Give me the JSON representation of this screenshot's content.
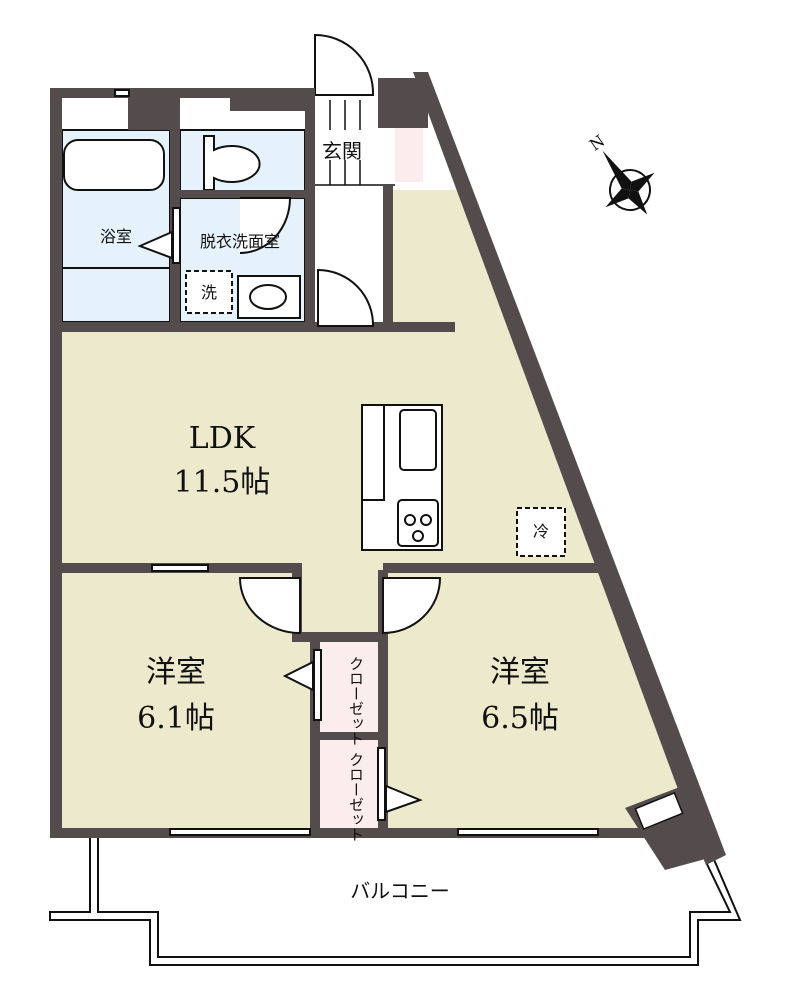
{
  "rooms": {
    "ldk": {
      "name": "LDK",
      "size": "11.5帖"
    },
    "western_left": {
      "name": "洋室",
      "size": "6.1帖"
    },
    "western_right": {
      "name": "洋室",
      "size": "6.5帖"
    },
    "bathroom": {
      "name": "浴室"
    },
    "washroom": {
      "name": "脱衣洗面室"
    },
    "entrance": {
      "name": "玄関"
    },
    "closet_1": {
      "name": "クローゼット"
    },
    "closet_2": {
      "name": "クローゼット"
    },
    "balcony": {
      "name": "バルコニー"
    }
  },
  "marks": {
    "washer": "洗",
    "fridge": "冷"
  },
  "compass": {
    "label": "N"
  },
  "colors": {
    "wall": "#544c4c",
    "floor": "#ece9cc",
    "wet": "#e6f2fb",
    "closet": "#fbeced"
  }
}
